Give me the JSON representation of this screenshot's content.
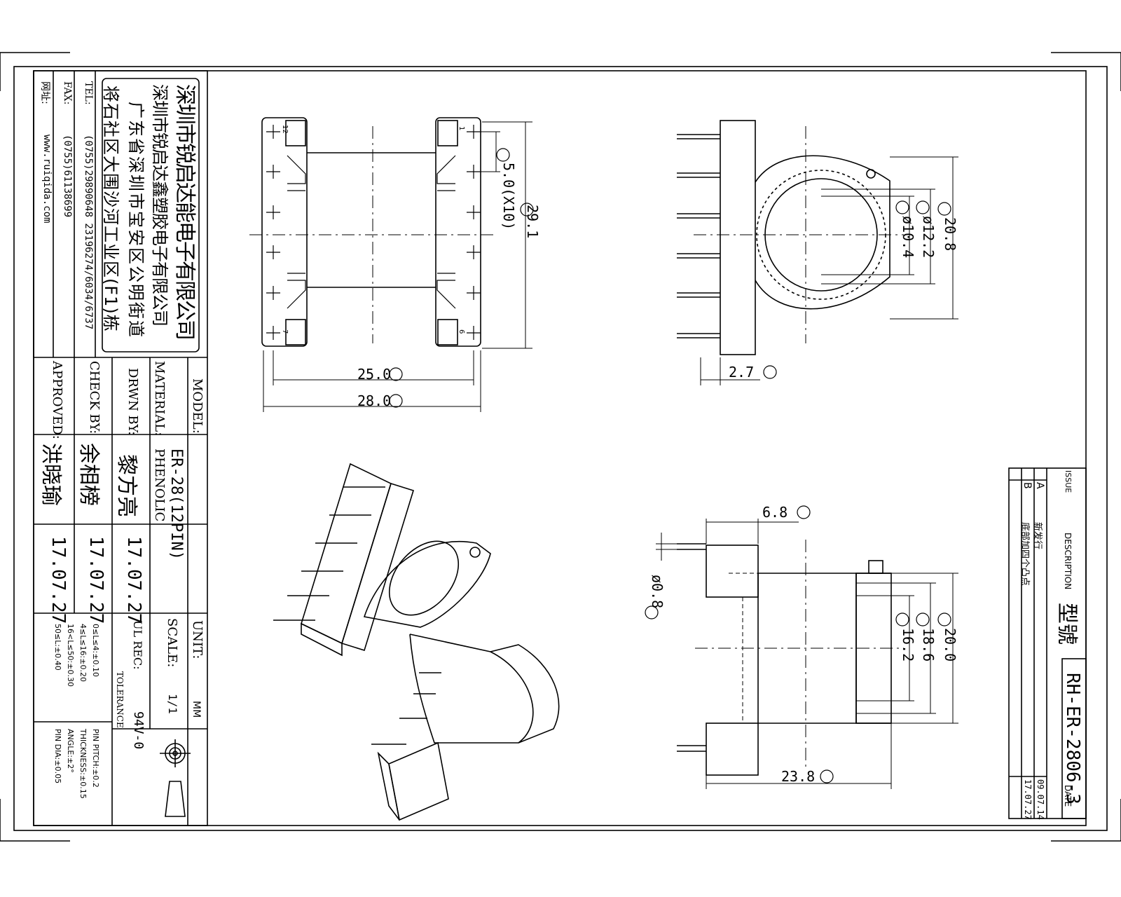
{
  "company": {
    "name_cn": "深圳市锐启达能电子有限公司",
    "sub_company_cn": "深圳市锐启达鑫塑胶电子有限公司",
    "address_line1": "广东省深圳市宝安区公明街道",
    "address_line2": "将石社区大围沙河工业区(F1)栋",
    "tel_label": "TEL:",
    "tel_value": "(0755)29890648  23196274/6034/6737",
    "fax_label": "FAX:",
    "fax_value": "(0755)61138699",
    "web_label": "网址:",
    "web_value": "www.ruiqida.com"
  },
  "title_block": {
    "model_label": "MODEL:",
    "model_value": "ER-28(12PIN)",
    "material_label": "MATERIAL:",
    "material_value": "PHENOLIC",
    "drawn_label": "DRWN BY:",
    "drawn_name": "黎方亮",
    "drawn_date": "17.07.27",
    "check_label": "CHECK BY:",
    "check_name": "余相榜",
    "check_date": "17.07.27",
    "approved_label": "APPROVED:",
    "approved_name": "洪晓瑜",
    "approved_date": "17.07.27",
    "unit_label": "UNIT:",
    "unit_value": "MM",
    "scale_label": "SCALE:",
    "scale_value": "1/1",
    "ul_label": "UL REC:",
    "ul_value": "94V-0",
    "tolerance_label": "TOLERANCE",
    "tolerance_lines": [
      "0≤L≤4:±0.10",
      "4≤L≤16:±0.20",
      "16<L≤50:±0.30",
      "50≤L:±0.40"
    ],
    "tolerance_right": [
      "PIN PITCH:±0.2",
      "THICKNESS:±0.15",
      "ANGLE:±2°",
      "PIN DIA:±0.05"
    ]
  },
  "revision": {
    "part_label": "型號",
    "part_number": "RH-ER-2806-3",
    "issue_label": "ISSUE",
    "description_label": "DESCRIPTION",
    "date_label": "DATE",
    "rows": [
      {
        "issue": "A",
        "description": "新发行",
        "date": "09.07.14"
      },
      {
        "issue": "B",
        "description": "底部加四个凸点",
        "date": "17.07.27"
      }
    ]
  },
  "dimensions": {
    "K": "29.1",
    "L": "5.0(X10)",
    "M": "25.0",
    "N": "28.0",
    "A": "20.8",
    "B": "ø12.2",
    "C": "ø10.4",
    "D": "2.7",
    "E": "6.8",
    "F": "20.0",
    "G": "18.6",
    "H": "16.2",
    "I": "23.8",
    "J": "ø0.8",
    "pin_labels": [
      "12",
      "1",
      "7",
      "6"
    ]
  }
}
